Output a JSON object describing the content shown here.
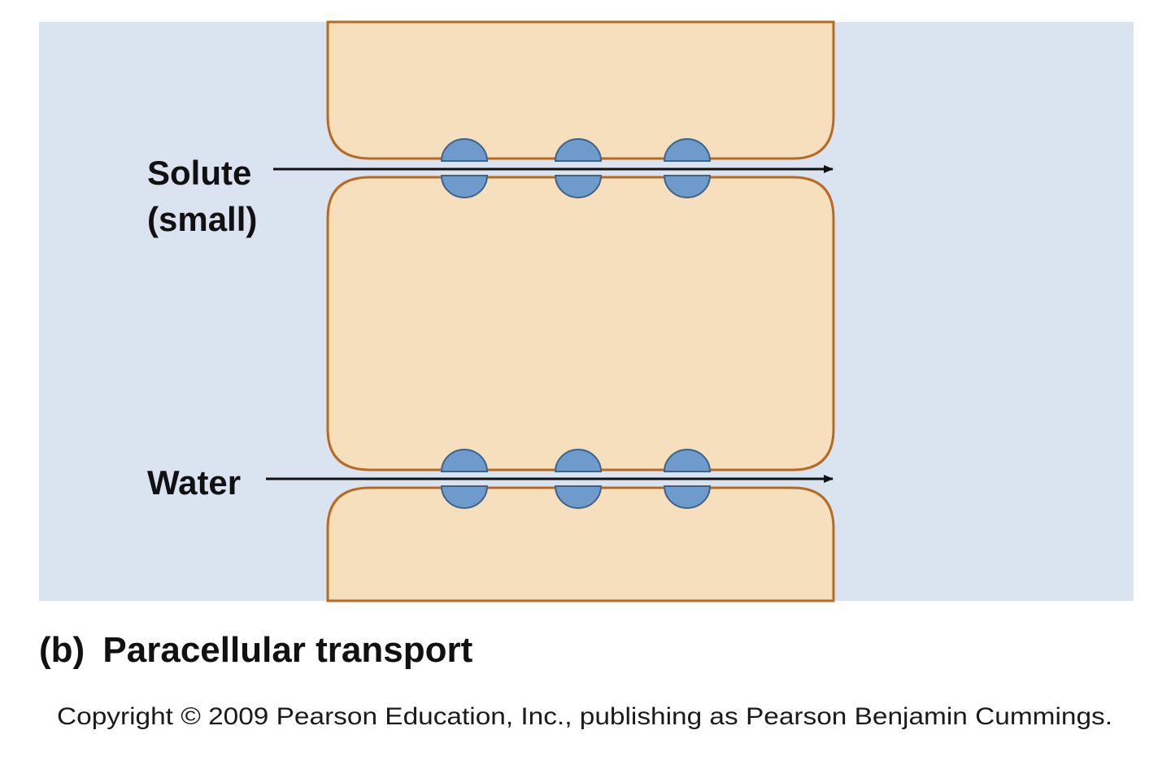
{
  "labels": {
    "solute_line1": "Solute",
    "solute_line2": "(small)",
    "water": "Water"
  },
  "caption": {
    "panel_letter": "(b)",
    "title": "Paracellular transport"
  },
  "copyright": "Copyright © 2009 Pearson Education, Inc., publishing as Pearson Benjamin Cummings.",
  "colors": {
    "background": "#dae4f0",
    "cell_fill": "#f6dfbc",
    "cell_border": "#b96a22",
    "junction_fill": "#6e9bcc",
    "junction_border": "#3d6488",
    "arrow": "#111111"
  }
}
